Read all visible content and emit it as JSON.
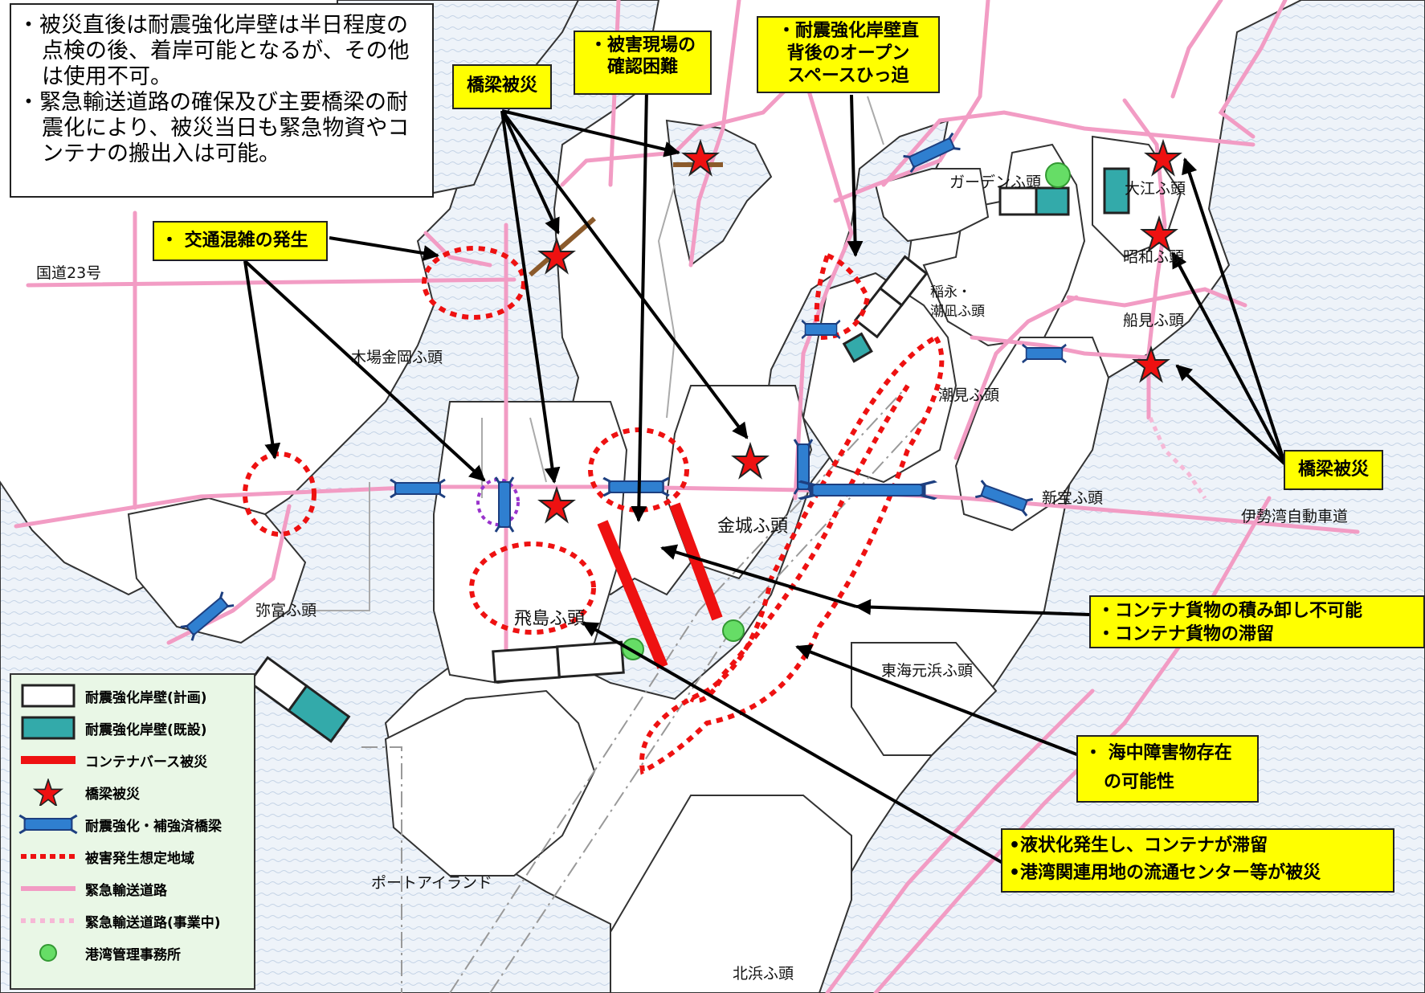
{
  "note": {
    "lines": [
      "・被災直後は耐震強化岸壁は半日程度の点検の後、着岸可能となるが、その他は使用不可。",
      "・緊急輸送道路の確保及び主要橋梁の耐震化により、被災当日も緊急物資やコンテナの搬出入は可能。"
    ]
  },
  "callouts": {
    "bridge_damage_top": "橋梁被災",
    "site_confirm": [
      "・被害現場の",
      "確認困難"
    ],
    "open_space": [
      "・耐震強化岸壁直",
      "背後のオープン",
      "スペースひっ迫"
    ],
    "traffic": "・ 交通混雑の発生",
    "bridge_damage_right": "橋梁被災",
    "container": [
      "・コンテナ貨物の積み卸し不可能",
      "・コンテナ貨物の滞留"
    ],
    "underwater": [
      "・ 海中障害物存在",
      "の可能性"
    ],
    "liquefaction": [
      "•液状化発生し、コンテナが滞留",
      "•港湾関連用地の流通センター等が被災"
    ]
  },
  "places": {
    "route23": "国道23号",
    "kiba": "木場金岡ふ頭",
    "yatomi": "弥富ふ頭",
    "tobishima": "飛島ふ頭",
    "kinjo": "金城ふ頭",
    "garden": "ガーデンふ頭",
    "oe": "大江ふ頭",
    "showa": "昭和ふ頭",
    "funami": "船見ふ頭",
    "inae": "稲永・\n潮凪ふ頭",
    "shiomi": "潮見ふ頭",
    "shinpo": "新宝ふ頭",
    "isewan": "伊勢湾自動車道",
    "tokai": "東海元浜ふ頭",
    "port_island": "ポートアイランド",
    "kitahama": "北浜ふ頭"
  },
  "legend": [
    {
      "label": "耐震強化岸壁(計画)",
      "icon": "white-rect"
    },
    {
      "label": "耐震強化岸壁(既設)",
      "icon": "teal-rect"
    },
    {
      "label": "コンテナバース被災",
      "icon": "red-bar"
    },
    {
      "label": "橋梁被災",
      "icon": "red-star"
    },
    {
      "label": "耐震強化・補強済橋梁",
      "icon": "blue-bridge"
    },
    {
      "label": "被害発生想定地域",
      "icon": "red-dotted-line"
    },
    {
      "label": "緊急輸送道路",
      "icon": "pink-line"
    },
    {
      "label": "緊急輸送道路(事業中)",
      "icon": "pink-dotted-line"
    },
    {
      "label": "港湾管理事務所",
      "icon": "green-circle"
    }
  ],
  "colors": {
    "sea": "#eef3f9",
    "road": "#f29cc4",
    "damage_zone": "#ee1111",
    "callout_bg": "#ffff00",
    "bridge_blue": "#2f7fd0",
    "berth_teal": "#33aaaa",
    "legend_bg": "#e9f7e6",
    "office_green": "#66dd66"
  }
}
